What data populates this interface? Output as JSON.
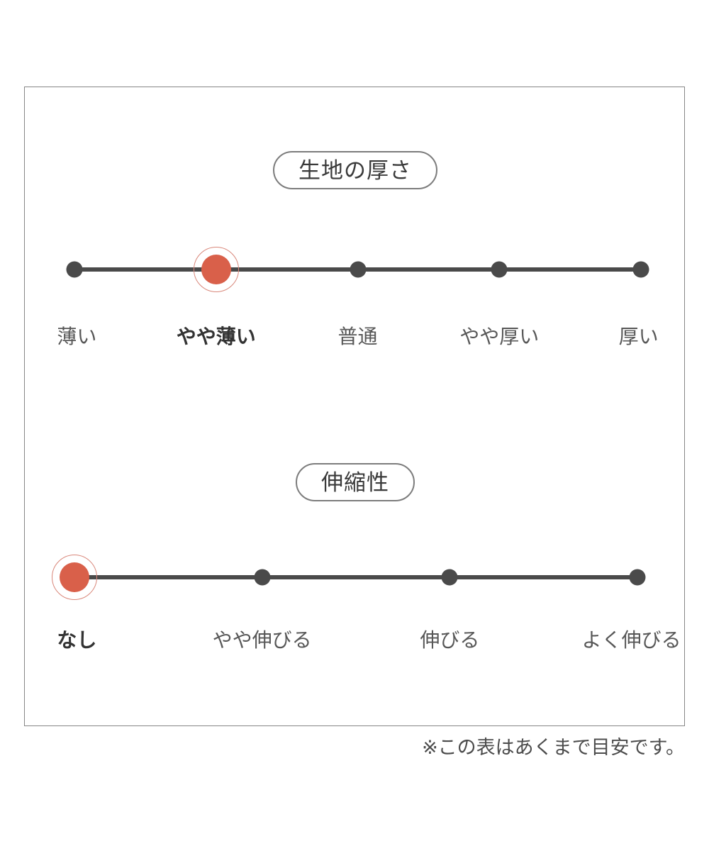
{
  "chart_data": {
    "type": "table",
    "title": "",
    "scales": [
      {
        "id": "fabric-thickness",
        "heading": "生地の厚さ",
        "categories": [
          "薄い",
          "やや薄い",
          "普通",
          "やや厚い",
          "厚い"
        ],
        "selected_index": 1,
        "selected_value": "やや薄い"
      },
      {
        "id": "stretch",
        "heading": "伸縮性",
        "categories": [
          "なし",
          "やや伸びる",
          "伸びる",
          "よく伸びる"
        ],
        "selected_index": 0,
        "selected_value": "なし"
      }
    ],
    "footnote": "※この表はあくまで目安です。",
    "colors": {
      "active_marker": "#d9604a",
      "active_ring": "#d9877a",
      "inactive_marker": "#4a4a4a",
      "track": "#4a4a4a",
      "frame_border": "#868686",
      "pill_border": "#7c7c7c",
      "label_text": "#575757",
      "active_label_text": "#333333",
      "background": "#ffffff"
    }
  }
}
